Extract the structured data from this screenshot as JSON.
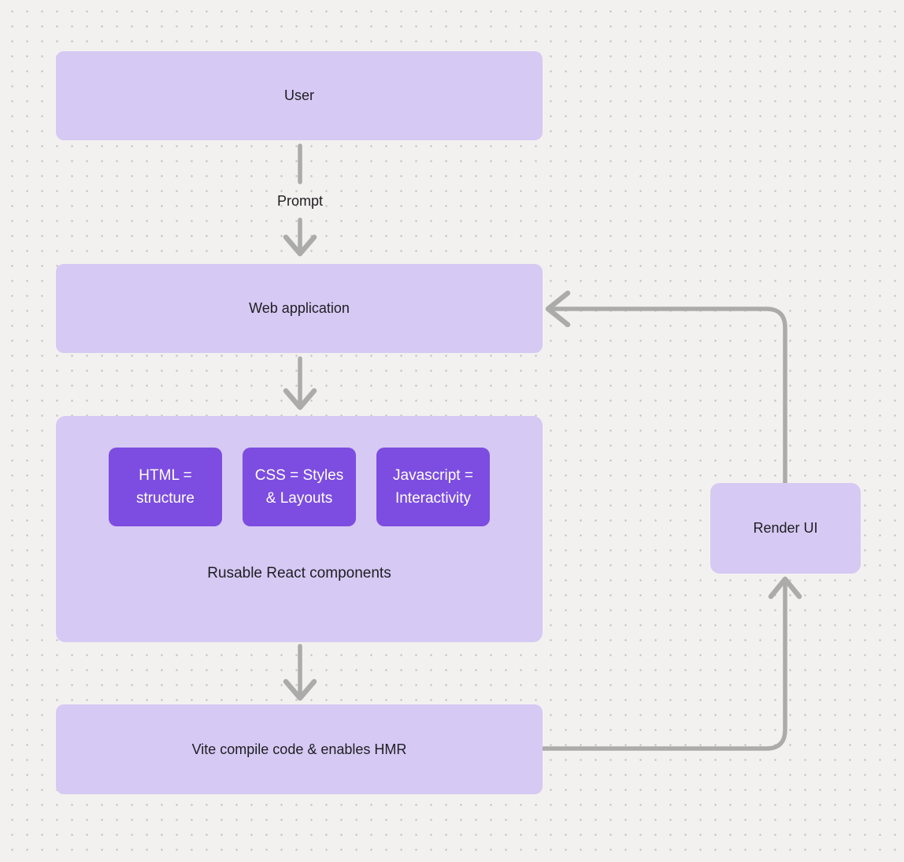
{
  "colors": {
    "bg": "#f2f1ef",
    "dot": "#c8c6c4",
    "node_fill": "#d6c9f3",
    "accent_fill": "#7c4de0",
    "arrow": "#ababab",
    "text_dark": "#1e1e23",
    "text_light": "#ffffff"
  },
  "nodes": {
    "user": {
      "label": "User"
    },
    "web_application": {
      "label": "Web application"
    },
    "components_group": {
      "children": [
        {
          "label": "HTML = structure"
        },
        {
          "label": "CSS = Styles & Layouts"
        },
        {
          "label": "Javascript = Interactivity"
        }
      ],
      "caption": "Rusable React components"
    },
    "vite": {
      "label": "Vite compile code & enables HMR"
    },
    "render_ui": {
      "label": "Render UI"
    }
  },
  "edges": {
    "user_to_webapp": {
      "label": "Prompt"
    }
  }
}
